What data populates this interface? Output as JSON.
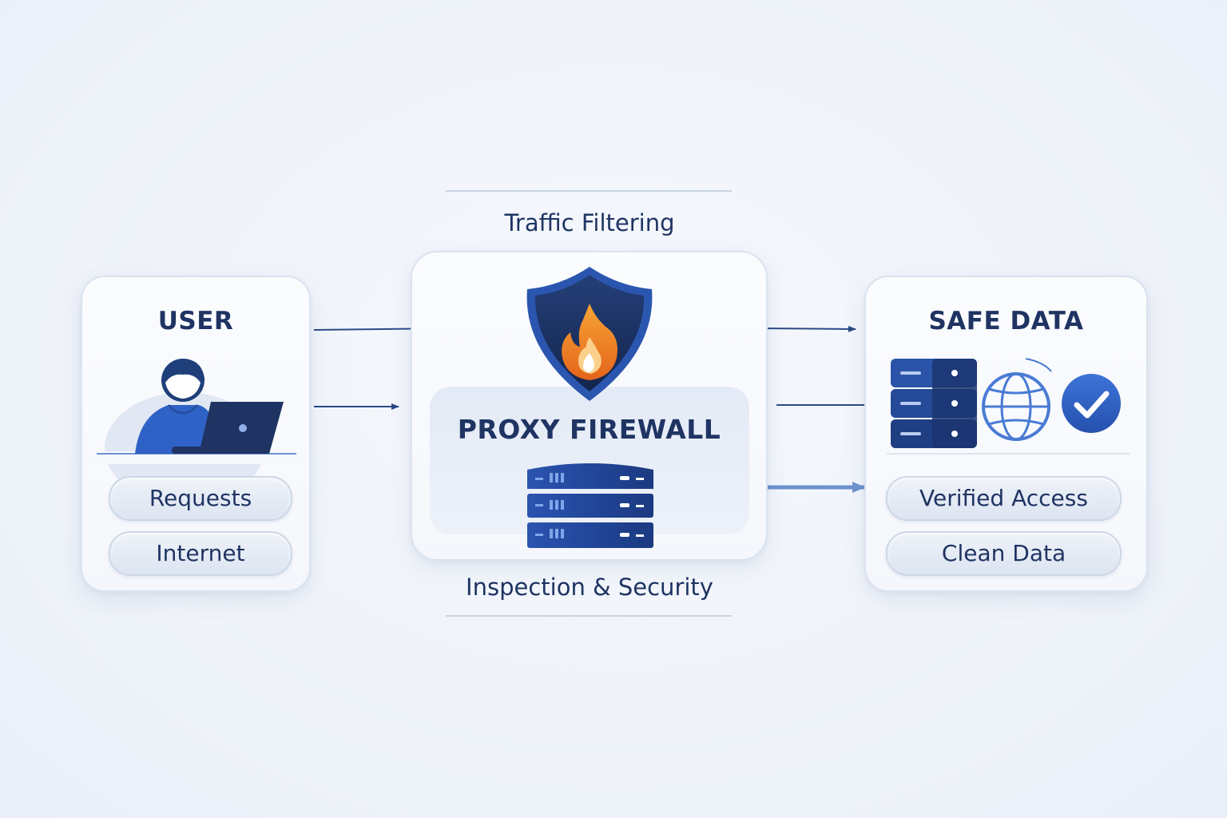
{
  "diagram": {
    "top_label": "Traffic Filtering",
    "bottom_label": "Inspection & Security",
    "user_card": {
      "title": "USER",
      "pills": [
        "Requests",
        "Internet"
      ]
    },
    "firewall_card": {
      "title": "PROXY FIREWALL"
    },
    "safe_card": {
      "title": "SAFE DATA",
      "pills": [
        "Verified Access",
        "Clean Data"
      ]
    }
  },
  "colors": {
    "navy": "#1f3463",
    "accent_blue": "#2f62c6",
    "light_blue": "#6d92cf",
    "flame_orange": "#f08a1c",
    "background": "#f2f5fb"
  },
  "icons": [
    "user-laptop-icon",
    "shield-flame-icon",
    "server-rack-icon",
    "database-icon",
    "globe-icon",
    "check-circle-icon"
  ]
}
